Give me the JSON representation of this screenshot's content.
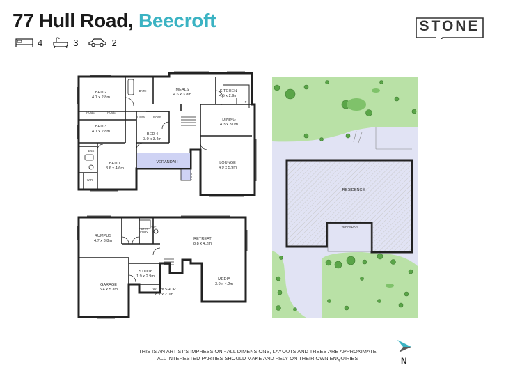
{
  "header": {
    "address": "77 Hull Road,",
    "suburb": "Beecroft"
  },
  "stats": {
    "bedrooms": "4",
    "bathrooms": "3",
    "cars": "2"
  },
  "brand": {
    "name": "STONE",
    "accent_color": "#3bb3c3"
  },
  "upper_floor_rooms": [
    {
      "name": "BED 2",
      "dims": "4.1 x 2.8m"
    },
    {
      "name": "MEALS",
      "dims": "4.6 x 3.8m"
    },
    {
      "name": "KITCHEN",
      "dims": "4.5 x 2.9m"
    },
    {
      "name": "BED 3",
      "dims": "4.1 x 2.8m"
    },
    {
      "name": "BED 4",
      "dims": "3.0 x 3.4m"
    },
    {
      "name": "DINING",
      "dims": "4.3 x 3.0m"
    },
    {
      "name": "BED 1",
      "dims": "3.6 x 4.6m"
    },
    {
      "name": "LOUNGE",
      "dims": "4.9 x 5.9m"
    },
    {
      "name": "VERANDAH",
      "dims": ""
    }
  ],
  "upper_floor_small_labels": [
    "BATH",
    "ROBE",
    "ROBE",
    "LINEN",
    "ENS",
    "WIR",
    "P",
    "F"
  ],
  "lower_floor_rooms": [
    {
      "name": "RUMPUS",
      "dims": "4.7 x 3.8m"
    },
    {
      "name": "RETREAT",
      "dims": "8.8 x 4.2m"
    },
    {
      "name": "STUDY",
      "dims": "1.9 x 2.9m"
    },
    {
      "name": "GARAGE",
      "dims": "5.4 x 5.3m"
    },
    {
      "name": "MEDIA",
      "dims": "3.9 x 4.2m"
    },
    {
      "name": "WORKSHOP",
      "dims": "6.1 x 2.0m"
    }
  ],
  "lower_floor_small_labels": [
    "BATH",
    "L'DRY",
    "WC"
  ],
  "site_plan": {
    "residence_label": "RESIDENCE",
    "verandah_label": "VERANDAH",
    "colors": {
      "lawn": "#b9e1a6",
      "paving": "#e1e3f4",
      "trees": "#5aa548",
      "building": "#7a7a7a"
    }
  },
  "footer": {
    "disclaimer_line1": "THIS IS AN ARTIST'S IMPRESSION - ALL DIMENSIONS, LAYOUTS AND TREES ARE APPROXIMATE",
    "disclaimer_line2": "ALL INTERESTED PARTIES SHOULD MAKE AND RELY ON THEIR OWN ENQUIRIES",
    "north_label": "N"
  }
}
